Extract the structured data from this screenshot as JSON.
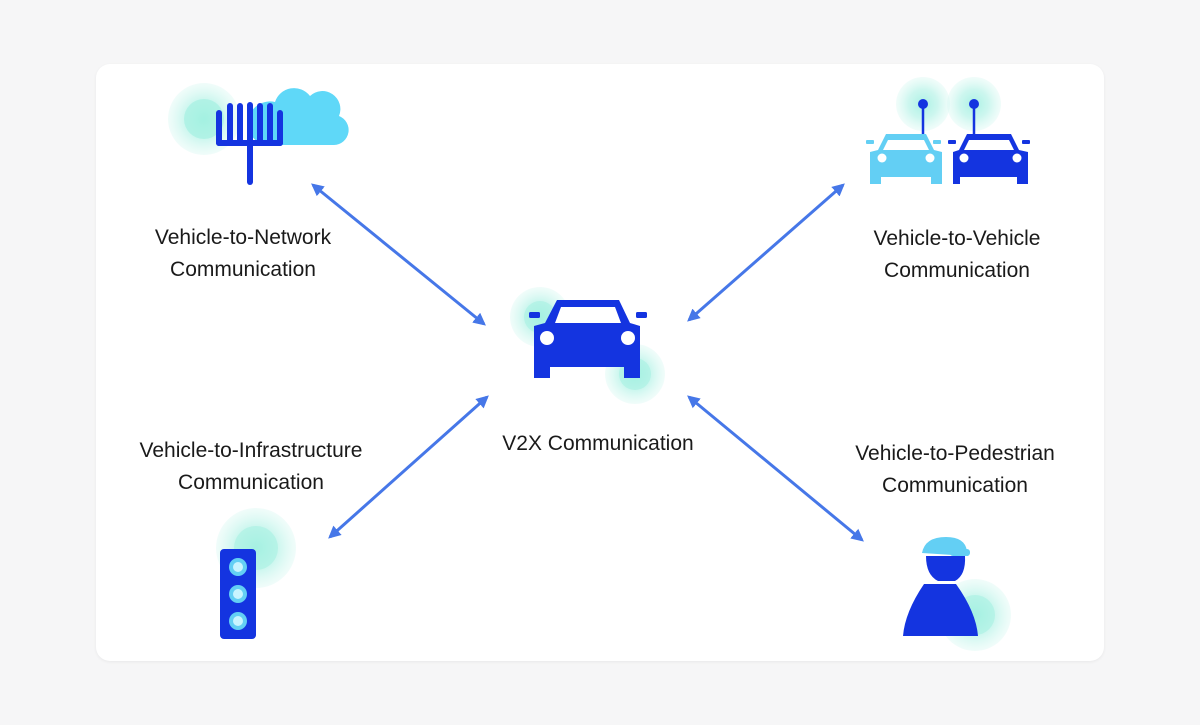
{
  "colors": {
    "primary_blue": "#1434e0",
    "light_blue": "#63cff4",
    "arrow_blue": "#4677e8",
    "glow_teal": "#8fe8d8"
  },
  "center": {
    "label": "V2X Communication",
    "icon": "car-icon"
  },
  "nodes": [
    {
      "id": "v2n",
      "line1": "Vehicle-to-Network",
      "line2": "Communication",
      "icon": "cell-tower-cloud-icon"
    },
    {
      "id": "v2v",
      "line1": "Vehicle-to-Vehicle",
      "line2": "Communication",
      "icon": "two-cars-icon"
    },
    {
      "id": "v2i",
      "line1": "Vehicle-to-Infrastructure",
      "line2": "Communication",
      "icon": "traffic-light-icon"
    },
    {
      "id": "v2p",
      "line1": "Vehicle-to-Pedestrian",
      "line2": "Communication",
      "icon": "pedestrian-icon"
    }
  ]
}
